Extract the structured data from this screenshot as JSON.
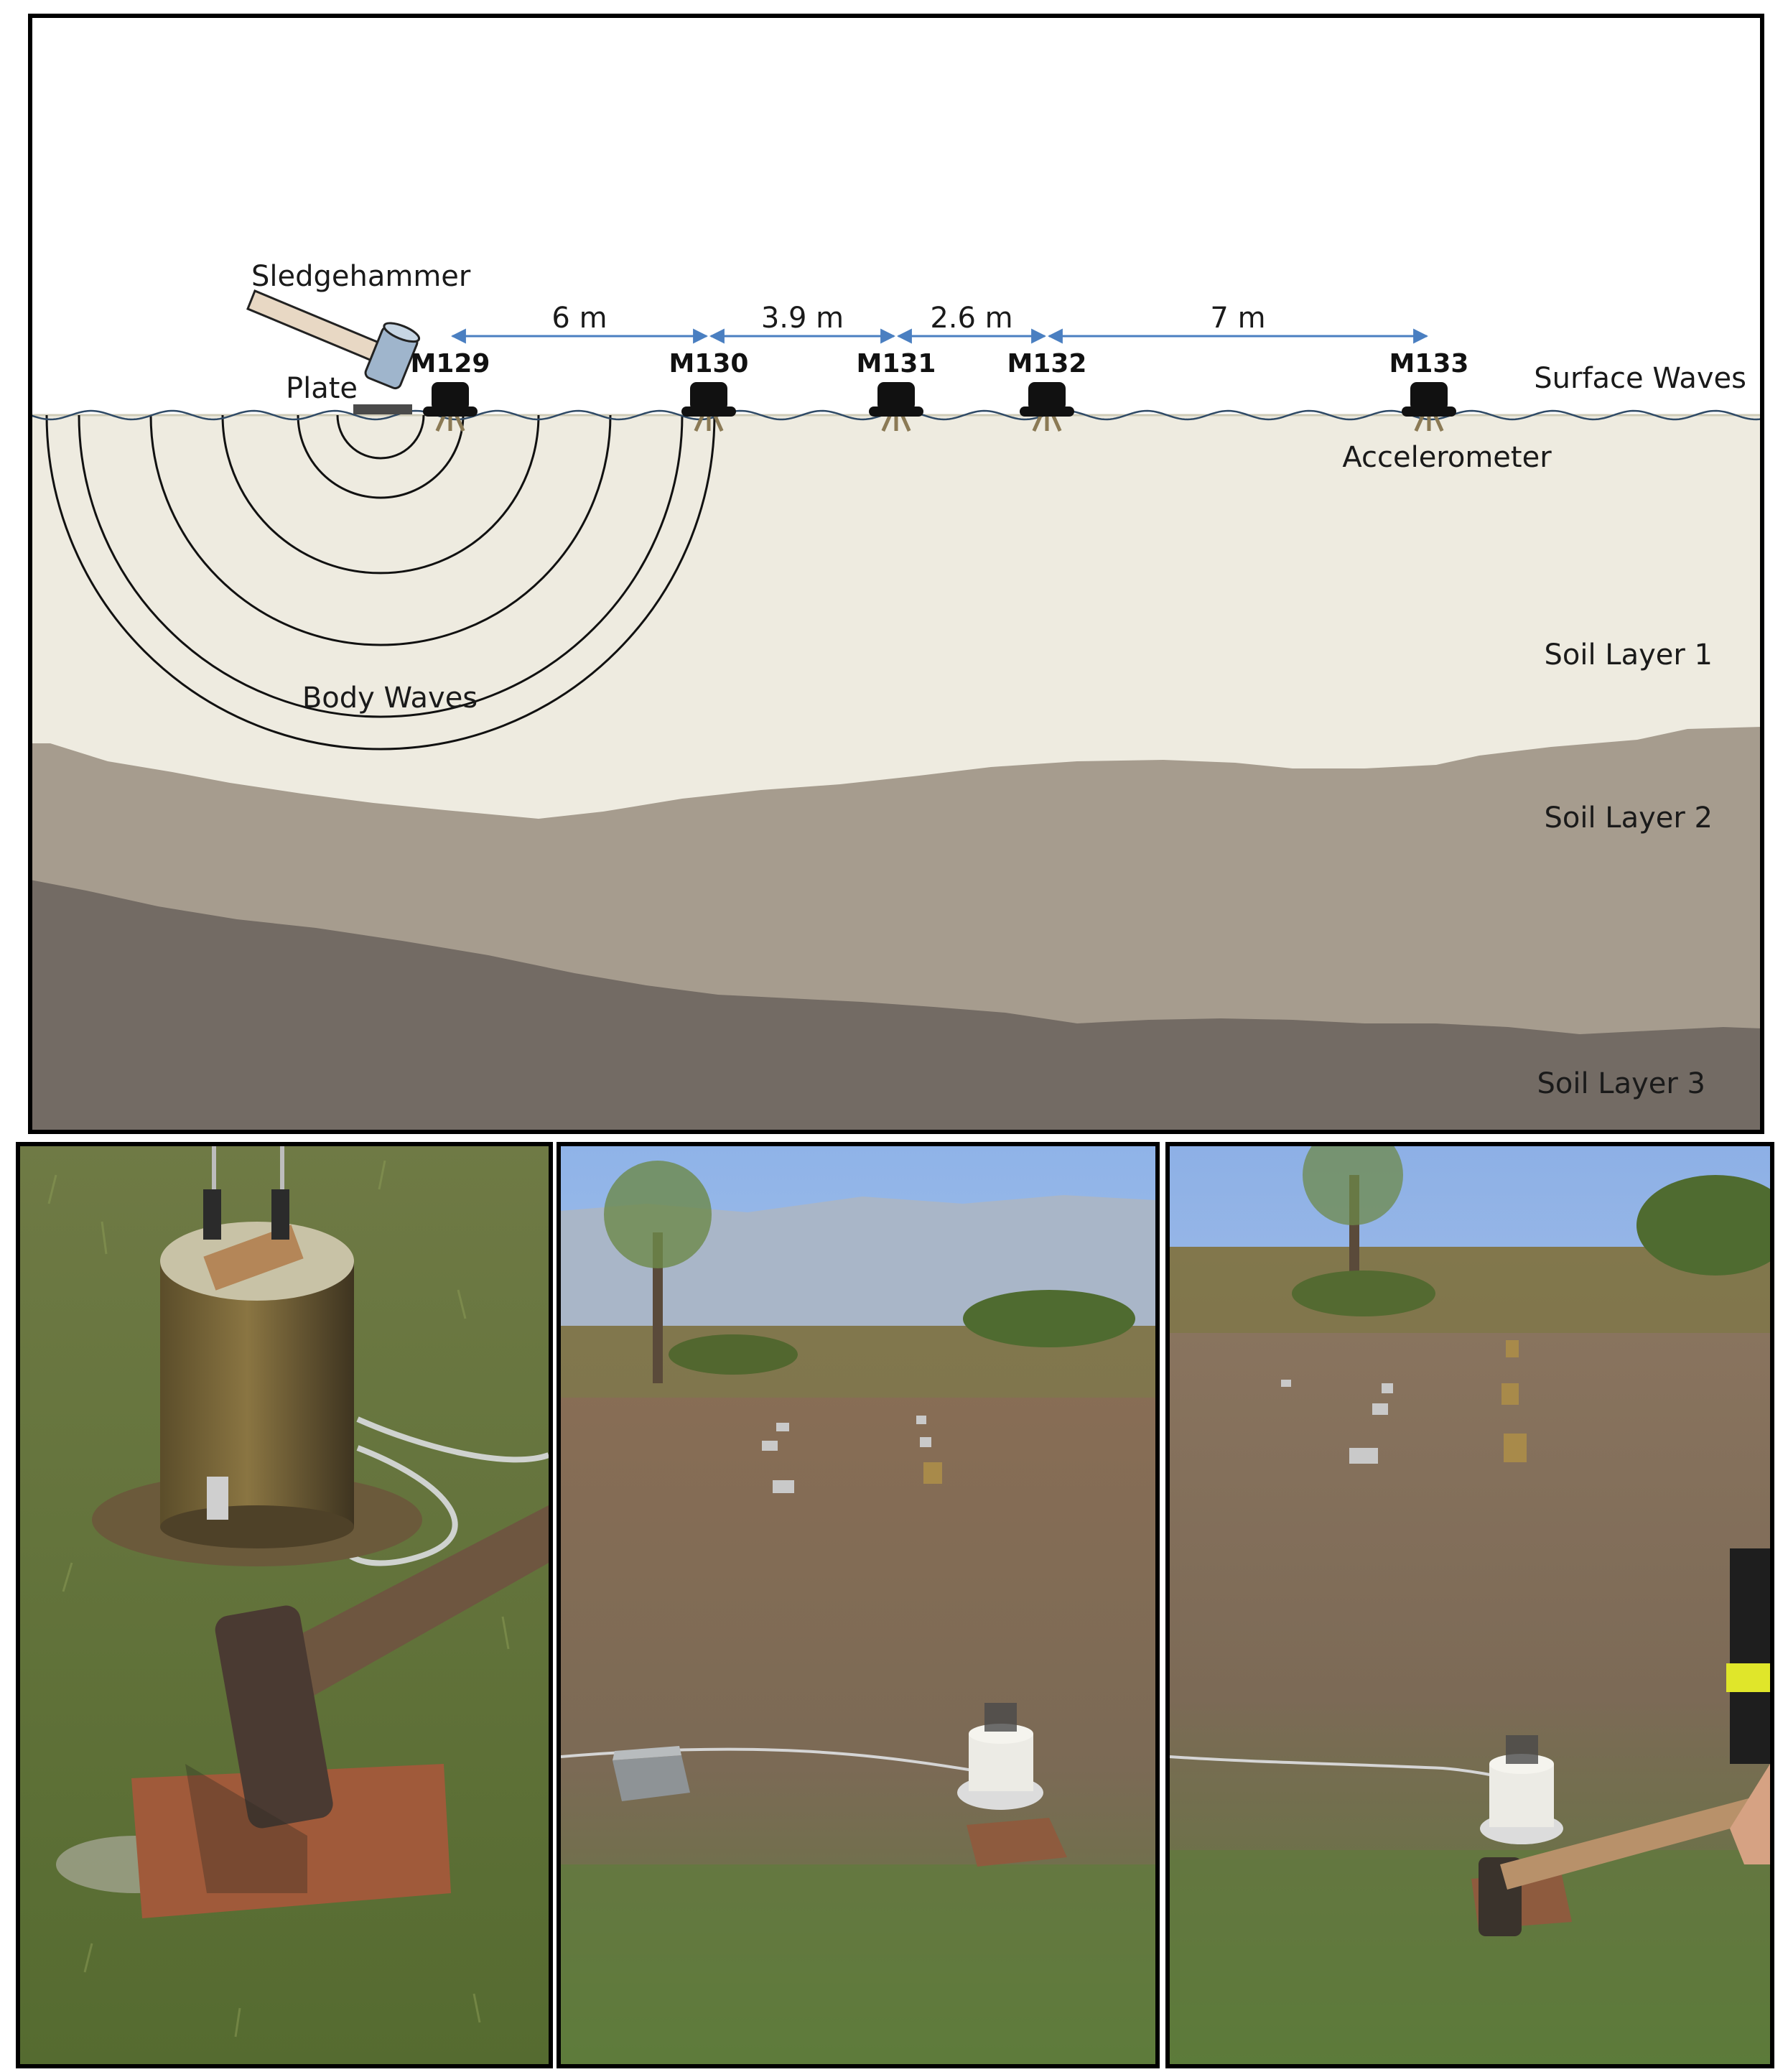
{
  "diagram": {
    "labels": {
      "sledgehammer": "Sledgehammer",
      "plate": "Plate",
      "surface_waves": "Surface Waves",
      "accelerometer": "Accelerometer",
      "body_waves": "Body Waves",
      "soil_layer_1": "Soil Layer 1",
      "soil_layer_2": "Soil Layer 2",
      "soil_layer_3": "Soil Layer 3"
    },
    "sensors": [
      "M129",
      "M130",
      "M131",
      "M132",
      "M133"
    ],
    "spacings": [
      "6 m",
      "3.9 m",
      "2.6 m",
      "7 m"
    ],
    "colors": {
      "soil_layer_1": "#eeebe0",
      "soil_layer_2": "#a69c8e",
      "soil_layer_3": "#736b64",
      "arrow": "#4a7fc1",
      "sensor": "#111111"
    }
  },
  "photos": [
    {
      "name": "close-up-accelerometer-and-plate"
    },
    {
      "name": "field-array-view"
    },
    {
      "name": "sledgehammer-strike-view"
    }
  ]
}
